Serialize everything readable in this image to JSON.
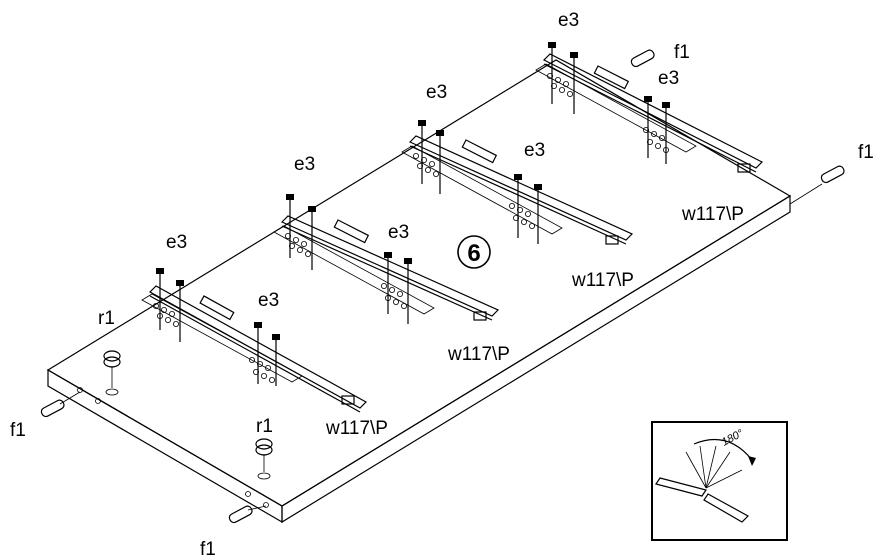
{
  "step": {
    "number": "6"
  },
  "parts": {
    "screw": "e3",
    "dowel": "f1",
    "cam_lock": "r1",
    "runner": "w117\\P"
  },
  "inset": {
    "angle_label": "180°"
  },
  "colors": {
    "ink": "#000000",
    "paper": "#ffffff"
  }
}
